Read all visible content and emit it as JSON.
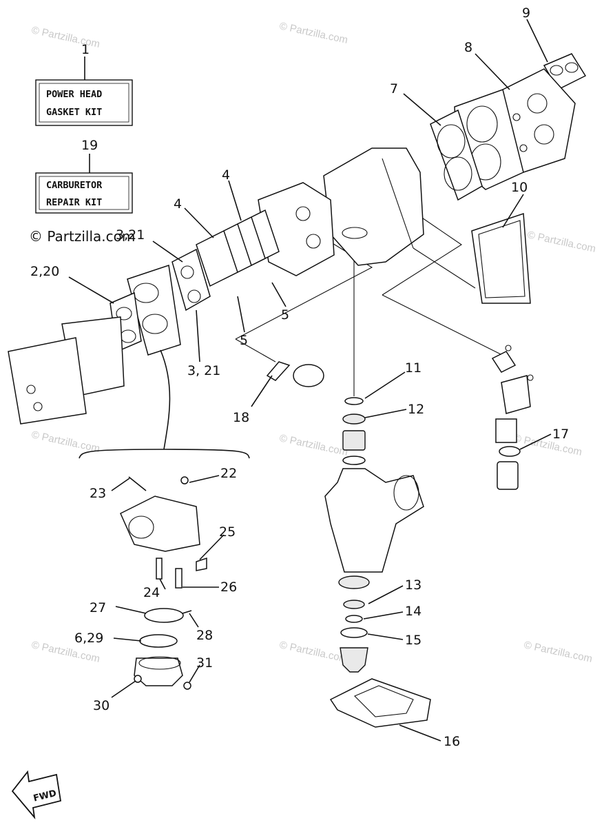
{
  "kits": {
    "power_head": {
      "number": "1",
      "line1": "POWER HEAD",
      "line2": "GASKET KIT"
    },
    "carburetor": {
      "number": "19",
      "line1": "CARBURETOR",
      "line2": "REPAIR KIT"
    }
  },
  "watermark": "© Partzilla.com",
  "fwd_label": "FWD",
  "callouts": {
    "c2_20": "2,20",
    "c3_21a": "3,21",
    "c3_21b": "3, 21",
    "c4a": "4",
    "c4b": "4",
    "c5a": "5",
    "c5b": "5",
    "c6_29": "6,29",
    "c7": "7",
    "c8": "8",
    "c9": "9",
    "c10": "10",
    "c11": "11",
    "c12": "12",
    "c13": "13",
    "c14": "14",
    "c15": "15",
    "c16": "16",
    "c17": "17",
    "c18": "18",
    "c22": "22",
    "c23": "23",
    "c24": "24",
    "c25": "25",
    "c26": "26",
    "c27": "27",
    "c28": "28",
    "c30": "30",
    "c31": "31"
  }
}
